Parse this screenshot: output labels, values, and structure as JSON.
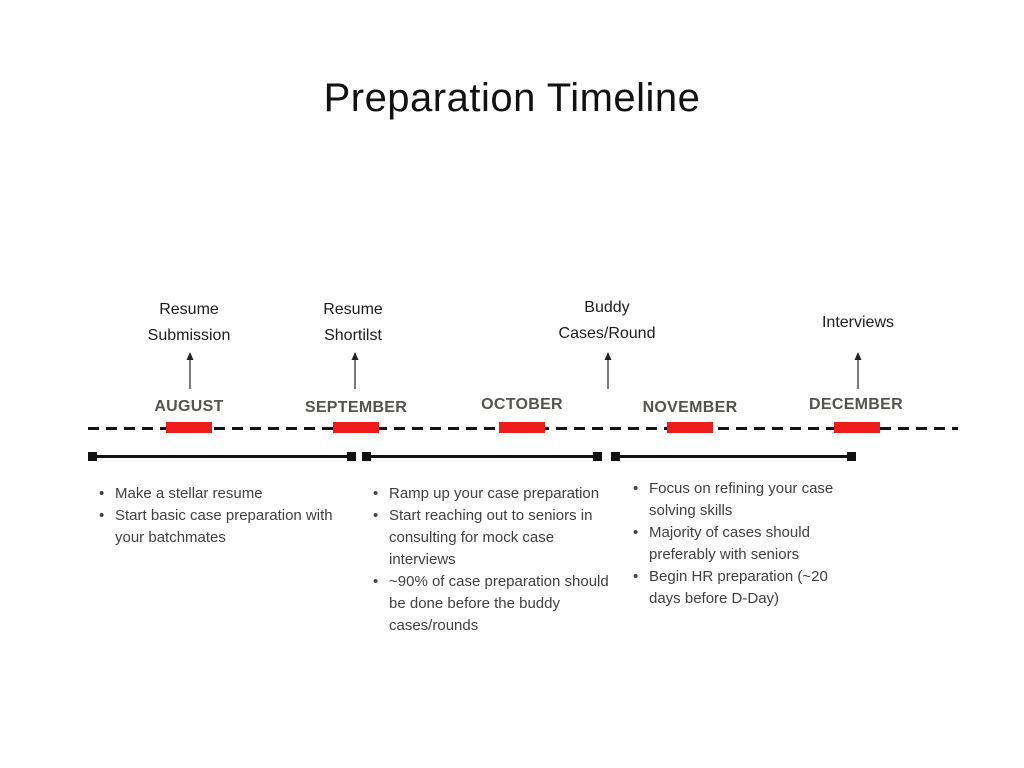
{
  "slide": {
    "title": "Preparation Timeline"
  },
  "timeline": {
    "events": [
      {
        "line1": "Resume",
        "line2": "Submission"
      },
      {
        "line1": "Resume",
        "line2": "Shortilst"
      },
      {
        "line1": "Buddy",
        "line2": "Cases/Round"
      },
      {
        "line1": "Interviews"
      }
    ],
    "months": [
      "AUGUST",
      "SEPTEMBER",
      "OCTOBER",
      "NOVEMBER",
      "DECEMBER"
    ]
  },
  "phases": [
    {
      "items": [
        "Make a stellar resume",
        "Start basic case preparation with your batchmates"
      ]
    },
    {
      "items": [
        "Ramp up your case preparation",
        "Start reaching out to seniors in consulting for mock case interviews",
        "~90% of case preparation should be done before the buddy cases/rounds"
      ]
    },
    {
      "items": [
        "Focus on refining your case solving skills",
        "Majority of cases should preferably with seniors",
        "Begin HR preparation (~20 days before D-Day)"
      ]
    }
  ],
  "colors": {
    "marker_red": "#ee1b1b",
    "timeline_black": "#141414",
    "month_text": "#52544e",
    "body_text": "#3f4040"
  }
}
